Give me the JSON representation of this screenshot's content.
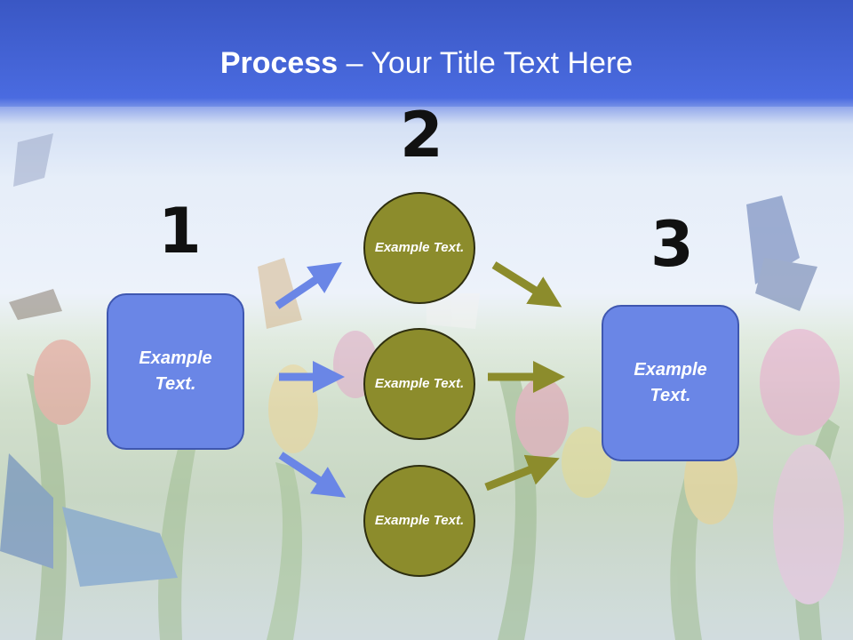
{
  "slide": {
    "title_bold": "Process",
    "title_rest": " – Your Title Text Here"
  },
  "steps": {
    "one": "1",
    "two": "2",
    "three": "3"
  },
  "nodes": {
    "left_box": "Example Text.",
    "right_box": "Example Text.",
    "circle_top": "Example Text.",
    "circle_middle": "Example Text.",
    "circle_bottom": "Example Text."
  },
  "colors": {
    "box_fill": "#6a86e6",
    "circle_fill": "#8c8c2c",
    "arrow_blue": "#6a86e6",
    "arrow_olive": "#8c8c2c",
    "title_band": "#4a6be0"
  }
}
